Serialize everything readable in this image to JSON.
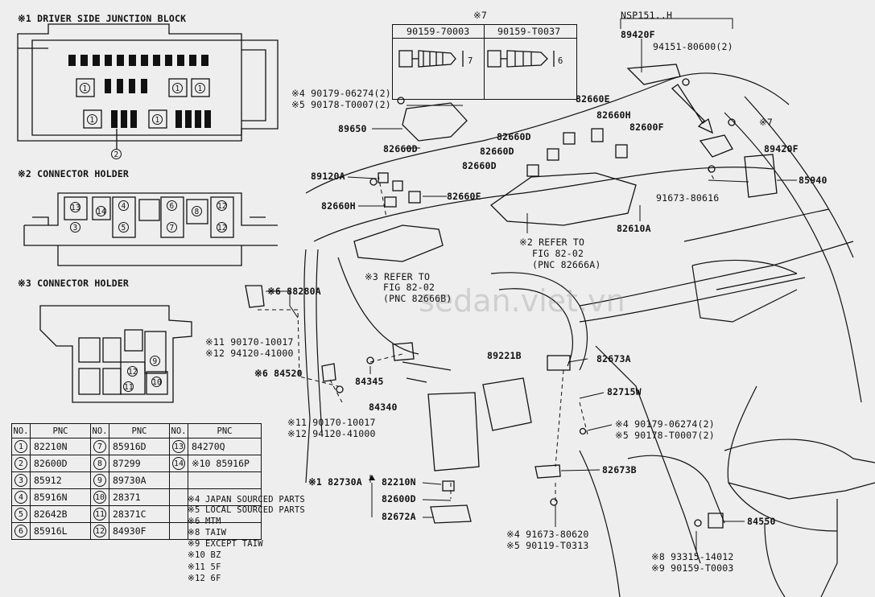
{
  "insets": {
    "jb_title": "※1 DRIVER SIDE JUNCTION BLOCK",
    "ch2_title": "※2 CONNECTOR HOLDER",
    "ch3_title": "※3 CONNECTOR HOLDER",
    "jb_marks": [
      "1",
      "1",
      "1",
      "1",
      "1",
      "2"
    ],
    "ch2_marks": [
      "13",
      "14",
      "4",
      "6",
      "8",
      "12",
      "3",
      "5",
      "7",
      "12"
    ],
    "ch3_marks": [
      "9",
      "12",
      "10",
      "11"
    ]
  },
  "note7": {
    "label": "※7",
    "col1": "90159-70003",
    "col2": "90159-T0037",
    "dim1": "7",
    "dim2": "6"
  },
  "variant": "NSP151..H",
  "callouts": {
    "c89420F_top": "89420F",
    "c94151": "94151-80600(2)",
    "c4_90179_a": "※4 90179-06274(2)",
    "c5_90178_a": "※5 90178-T0007(2)",
    "c89650": "89650",
    "c82660E_top": "82660E",
    "c82660H_top": "82660H",
    "c82660D_1": "82660D",
    "c82660D_2": "82660D",
    "c82660D_3": "82660D",
    "c82660D_4": "82660D",
    "c82600F": "82600F",
    "c7_right": "※7",
    "c89420F_right": "89420F",
    "c89120A": "89120A",
    "c82660E_mid": "82660E",
    "c82660H_left": "82660H",
    "c85940": "85940",
    "c91673_80616": "91673-80616",
    "c82610A": "82610A",
    "c2_refer": "※2 REFER TO",
    "c2_fig": "FIG 82-02",
    "c2_pnc": "(PNC 82666A)",
    "c3_refer": "※3 REFER TO",
    "c3_fig": "FIG 82-02",
    "c3_pnc": "(PNC 82666B)",
    "c88280A": "※6 88280A",
    "c11_90170_a": "※11 90170-10017",
    "c12_94120_a": "※12 94120-41000",
    "c84520": "※6 84520",
    "c84345": "84345",
    "c84340": "84340",
    "c89221B": "89221B",
    "c82673A": "82673A",
    "c82715W": "82715W",
    "c11_90170_b": "※11 90170-10017",
    "c12_94120_b": "※12 94120-41000",
    "c4_90179_b": "※4 90179-06274(2)",
    "c5_90178_b": "※5 90178-T0007(2)",
    "c82730A": "※1 82730A",
    "c82210N": "82210N",
    "c82600D": "82600D",
    "c82672A": "82672A",
    "c82673B": "82673B",
    "c4_91673": "※4 91673-80620",
    "c5_90119": "※5 90119-T0313",
    "c84550": "84550",
    "c8_93315": "※8 93315-14012",
    "c9_90159": "※9 90159-T0003"
  },
  "notes": [
    "※4 JAPAN SOURCED PARTS",
    "※5 LOCAL SOURCED PARTS",
    "※6 MTM",
    "※8 TAIW",
    "※9 EXCEPT TAIW",
    "※10 BZ",
    "※11 5F",
    "※12 6F"
  ],
  "table": {
    "headers": [
      "NO.",
      "PNC",
      "NO.",
      "PNC",
      "NO.",
      "PNC"
    ],
    "rows": [
      [
        "1",
        "82210N",
        "7",
        "85916D",
        "13",
        "84270Q"
      ],
      [
        "2",
        "82600D",
        "8",
        "87299",
        "14",
        "※10 85916P"
      ],
      [
        "3",
        "85912",
        "9",
        "89730A",
        "",
        ""
      ],
      [
        "4",
        "85916N",
        "10",
        "28371",
        "",
        ""
      ],
      [
        "5",
        "82642B",
        "11",
        "28371C",
        "",
        ""
      ],
      [
        "6",
        "85916L",
        "12",
        "84930F",
        "",
        ""
      ]
    ]
  },
  "watermark": "sedan.viet.vn"
}
